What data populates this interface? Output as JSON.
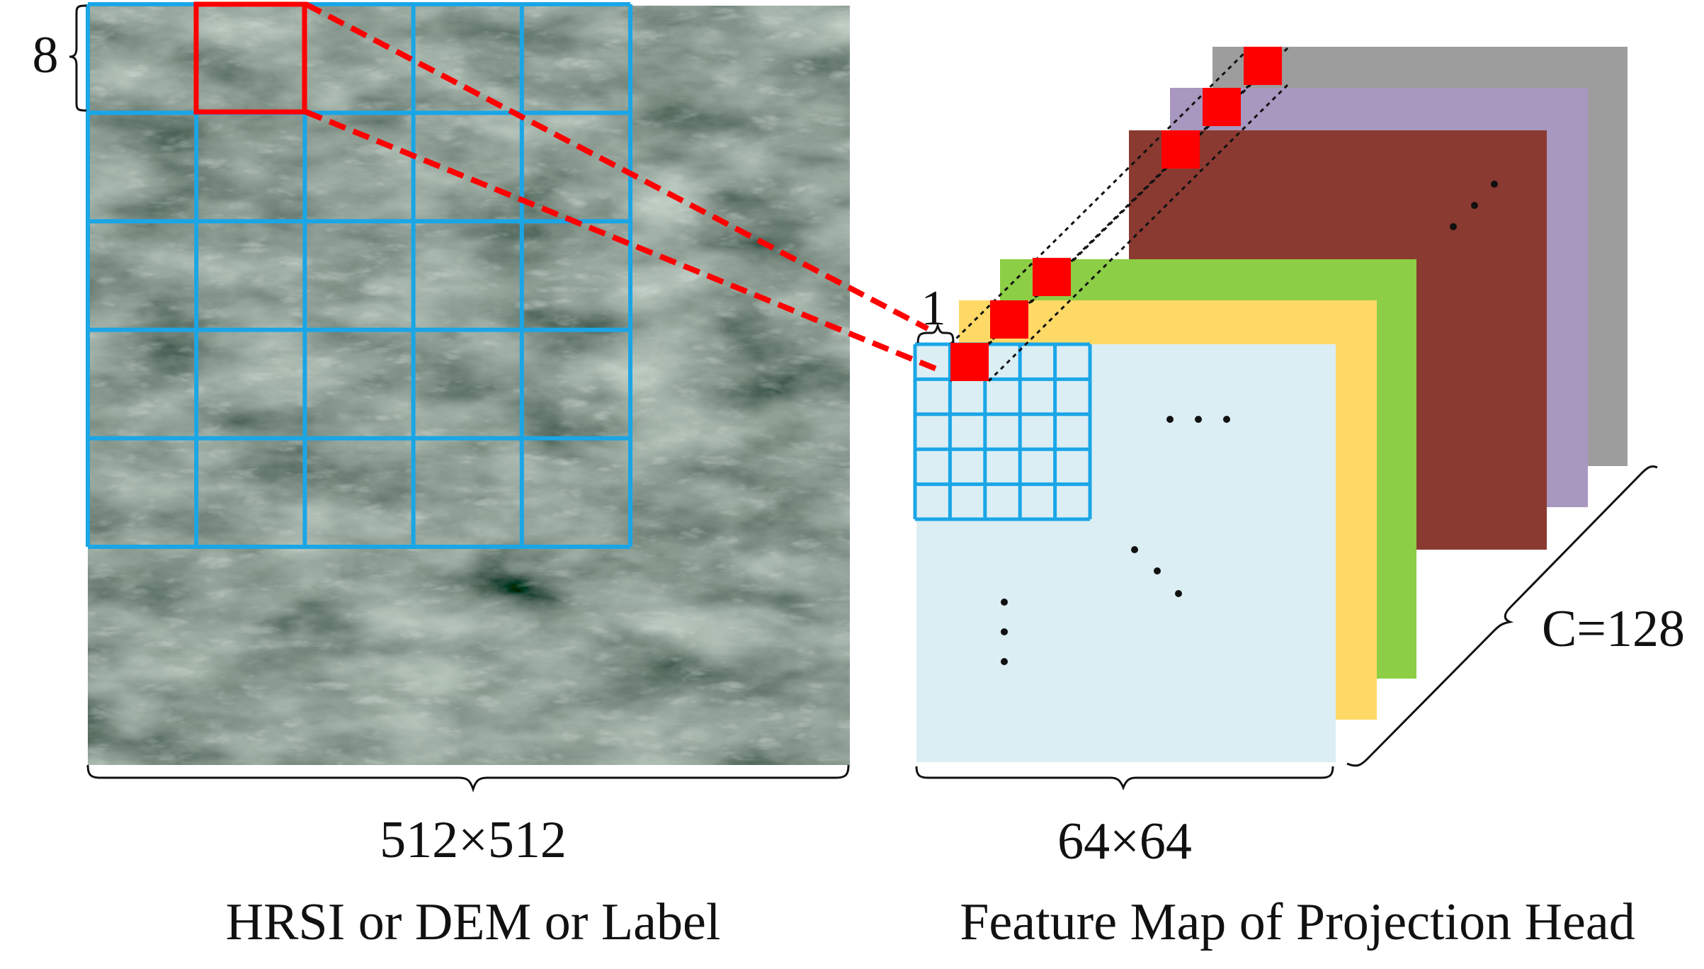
{
  "left_panel": {
    "patch_size_label": "8",
    "size_label": "512×512",
    "caption": "HRSI or DEM or Label"
  },
  "right_panel": {
    "pixel_size_label": "1",
    "size_label": "64×64",
    "channels_label": "C=128",
    "caption": "Feature Map of Projection Head"
  },
  "colors": {
    "grid": "#1aa6e6",
    "highlight": "#ff0000",
    "layer_1": "#dbeef4",
    "layer_2": "#ffd966",
    "layer_3": "#8cce45",
    "layer_4": "#8b3a31",
    "layer_5": "#a897bf",
    "layer_6": "#9d9d9d"
  }
}
